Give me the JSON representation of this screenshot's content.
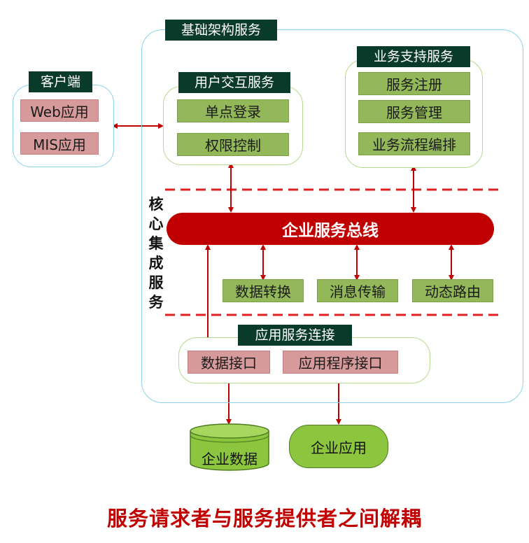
{
  "infra": {
    "title": "基础架构服务"
  },
  "client": {
    "title": "客户端",
    "items": [
      "Web应用",
      "MIS应用"
    ]
  },
  "user_interaction": {
    "title": "用户交互服务",
    "items": [
      "单点登录",
      "权限控制"
    ]
  },
  "business_support": {
    "title": "业务支持服务",
    "items": [
      "服务注册",
      "服务管理",
      "业务流程编排"
    ]
  },
  "core": {
    "label_chars": [
      "核",
      "心",
      "集",
      "成",
      "服",
      "务"
    ]
  },
  "bus": {
    "label": "企业服务总线"
  },
  "bus_services": [
    "数据转换",
    "消息传输",
    "动态路由"
  ],
  "app_connect": {
    "title": "应用服务连接",
    "items": [
      "数据接口",
      "应用程序接口"
    ]
  },
  "external": {
    "database": "企业数据",
    "application": "企业应用"
  },
  "caption": "服务请求者与服务提供者之间解耦",
  "colors": {
    "accent_red": "#c00000",
    "tag_bg": "#0a3a2a",
    "green_box": "#93b85a",
    "pink_box": "#d69a9a",
    "border_blue": "#8fd3e8",
    "border_green": "#b7d98f"
  }
}
